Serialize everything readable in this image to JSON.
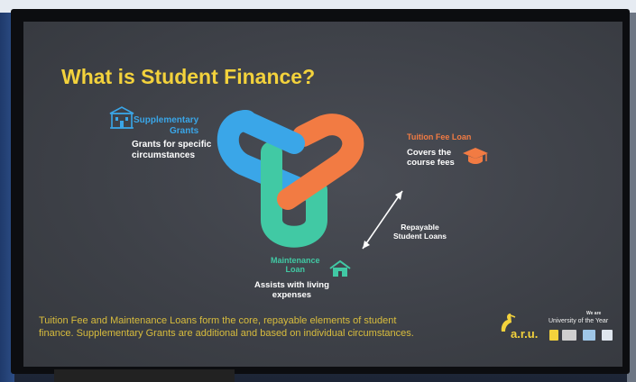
{
  "slide": {
    "title": "What is Student Finance?",
    "supplementary": {
      "title_line1": "Supplementary",
      "title_line2": "Grants",
      "desc_line1": "Grants for specific",
      "desc_line2": "circumstances",
      "icon": "school-building-icon"
    },
    "tuition": {
      "title": "Tuition Fee Loan",
      "desc_line1": "Covers the",
      "desc_line2": "course fees",
      "icon": "graduation-cap-icon"
    },
    "maintenance": {
      "title_line1": "Maintenance",
      "title_line2": "Loan",
      "desc_line1": "Assists with living",
      "desc_line2": "expenses",
      "icon": "house-icon"
    },
    "repayable": {
      "line1": "Repayable",
      "line2": "Student Loans"
    },
    "footer": {
      "line1": "Tuition Fee and Maintenance Loans form the core, repayable elements of student",
      "line2": "finance. Supplementary Grants are additional and based on individual circumstances."
    },
    "branding": {
      "logo_text": "a.r.u.",
      "award_small": "We are",
      "award": "University of the Year"
    },
    "colors": {
      "title": "#f3d23c",
      "blue": "#3aa6e8",
      "orange": "#f27b43",
      "green": "#41c9a4"
    }
  }
}
